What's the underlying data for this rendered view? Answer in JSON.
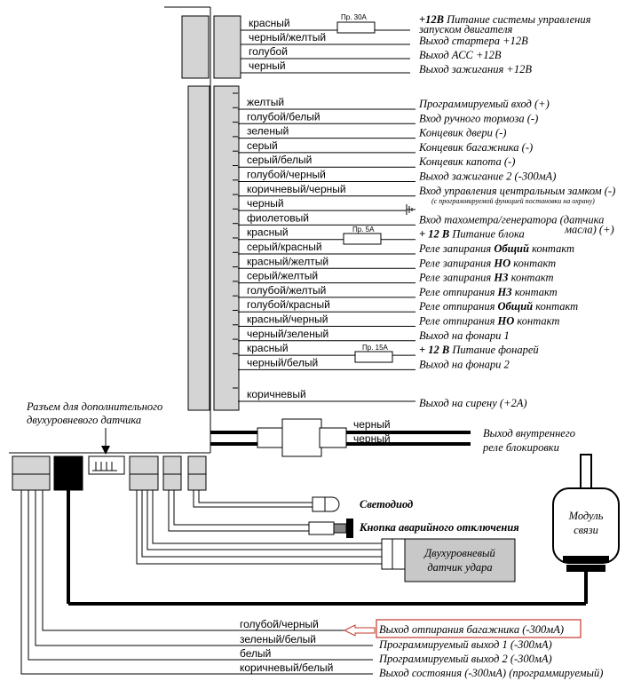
{
  "top_block_1": [
    {
      "wire": "красный",
      "fuse": "Пр. 30А",
      "func": [
        {
          "t": "+12В",
          "b": true
        },
        {
          "t": " Питание системы управления",
          "b": false
        }
      ],
      "func2": "запуском двигателя"
    },
    {
      "wire": "черный/желтый",
      "func": [
        {
          "t": "Выход стартера +12В",
          "b": false
        }
      ]
    },
    {
      "wire": "голубой",
      "func": [
        {
          "t": "Выход АСС +12В",
          "b": false
        }
      ]
    },
    {
      "wire": "черный",
      "func": [
        {
          "t": "Выход зажигания +12В",
          "b": false
        }
      ]
    }
  ],
  "top_block_2": [
    {
      "wire": "желтый",
      "func": [
        {
          "t": "Программируемый вход (+)",
          "b": false
        }
      ]
    },
    {
      "wire": "голубой/белый",
      "func": [
        {
          "t": "Вход ручного тормоза (-)",
          "b": false
        }
      ]
    },
    {
      "wire": "зеленый",
      "func": [
        {
          "t": "Концевик двери (-)",
          "b": false
        }
      ]
    },
    {
      "wire": "серый",
      "func": [
        {
          "t": "Концевик багажника (-)",
          "b": false
        }
      ]
    },
    {
      "wire": "серый/белый",
      "func": [
        {
          "t": "Концевик капота (-)",
          "b": false
        }
      ]
    },
    {
      "wire": "голубой/черный",
      "func": [
        {
          "t": "Выход зажигание 2 (-300мА)",
          "b": false
        }
      ]
    },
    {
      "wire": "коричневый/черный",
      "func": [
        {
          "t": "Вход управления центральным замком (-)",
          "b": false
        }
      ],
      "note": "(с программируемой функцией постановки на охрану)"
    },
    {
      "wire": "черный",
      "func": []
    },
    {
      "wire": "фиолетовый",
      "func": [
        {
          "t": "Вход тахометра/генератора (датчика",
          "b": false
        }
      ],
      "func2": "масла) (+)"
    },
    {
      "wire": "красный",
      "fuse": "Пр. 5А",
      "func": [
        {
          "t": "+ 12 В",
          "b": true
        },
        {
          "t": " Питание блока",
          "b": false
        }
      ]
    },
    {
      "wire": "серый/красный",
      "func": [
        {
          "t": "Реле запирания ",
          "b": false
        },
        {
          "t": "Общий",
          "b": true
        },
        {
          "t": " контакт",
          "b": false
        }
      ]
    },
    {
      "wire": "красный/желтый",
      "func": [
        {
          "t": "Реле запирания ",
          "b": false
        },
        {
          "t": "НО",
          "b": true
        },
        {
          "t": " контакт",
          "b": false
        }
      ]
    },
    {
      "wire": "серый/желтый",
      "func": [
        {
          "t": "Реле запирания ",
          "b": false
        },
        {
          "t": "НЗ",
          "b": true
        },
        {
          "t": " контакт",
          "b": false
        }
      ]
    },
    {
      "wire": "голубой/желтый",
      "func": [
        {
          "t": "Реле отпирания ",
          "b": false
        },
        {
          "t": "НЗ",
          "b": true
        },
        {
          "t": " контакт",
          "b": false
        }
      ]
    },
    {
      "wire": "голубой/красный",
      "func": [
        {
          "t": "Реле отпирания ",
          "b": false
        },
        {
          "t": "Общий",
          "b": true
        },
        {
          "t": " контакт",
          "b": false
        }
      ]
    },
    {
      "wire": "красный/черный",
      "func": [
        {
          "t": "Реле отпирания ",
          "b": false
        },
        {
          "t": "НО",
          "b": true
        },
        {
          "t": " контакт",
          "b": false
        }
      ]
    },
    {
      "wire": "черный/зеленый",
      "func": [
        {
          "t": "Выход на фонари 1",
          "b": false
        }
      ]
    },
    {
      "wire": "красный",
      "fuse": "Пр. 15А",
      "func": [
        {
          "t": "+ 12 В",
          "b": true
        },
        {
          "t": " Питание фонарей",
          "b": false
        }
      ]
    },
    {
      "wire": "черный/белый",
      "func": [
        {
          "t": "Выход на фонари 2",
          "b": false
        }
      ]
    }
  ],
  "siren": {
    "wire": "коричневый",
    "func": "Выход на сирену (+2А)"
  },
  "relay": {
    "wire1": "черный",
    "wire2": "черный",
    "func1": "Выход внутреннего",
    "func2": "реле блокировки"
  },
  "sensor_connector_label": [
    "Разъем для дополнительного",
    "двухуровневого датчика"
  ],
  "led_label": "Светодиод",
  "button_label": "Кнопка аварийного отключения",
  "shock_sensor_label": [
    "Двухуровневый",
    "датчик удара"
  ],
  "module_label": [
    "Модуль",
    "связи"
  ],
  "bottom_wires": [
    {
      "wire": "голубой/черный",
      "func": "Выход отпирания багажника (-300мА)",
      "highlight": true
    },
    {
      "wire": "зеленый/белый",
      "func": "Программируемый выход 1 (-300мА)",
      "highlight": false
    },
    {
      "wire": "белый",
      "func": "Программируемый выход 2 (-300мА)",
      "highlight": false
    },
    {
      "wire": "коричневый/белый",
      "func": "Выход состояния  (-300мА) (программируемый)",
      "highlight": false
    }
  ],
  "colors": {
    "connector_fill": "#d4d4d4",
    "highlight_box": "#c0392b",
    "line": "#000000"
  }
}
